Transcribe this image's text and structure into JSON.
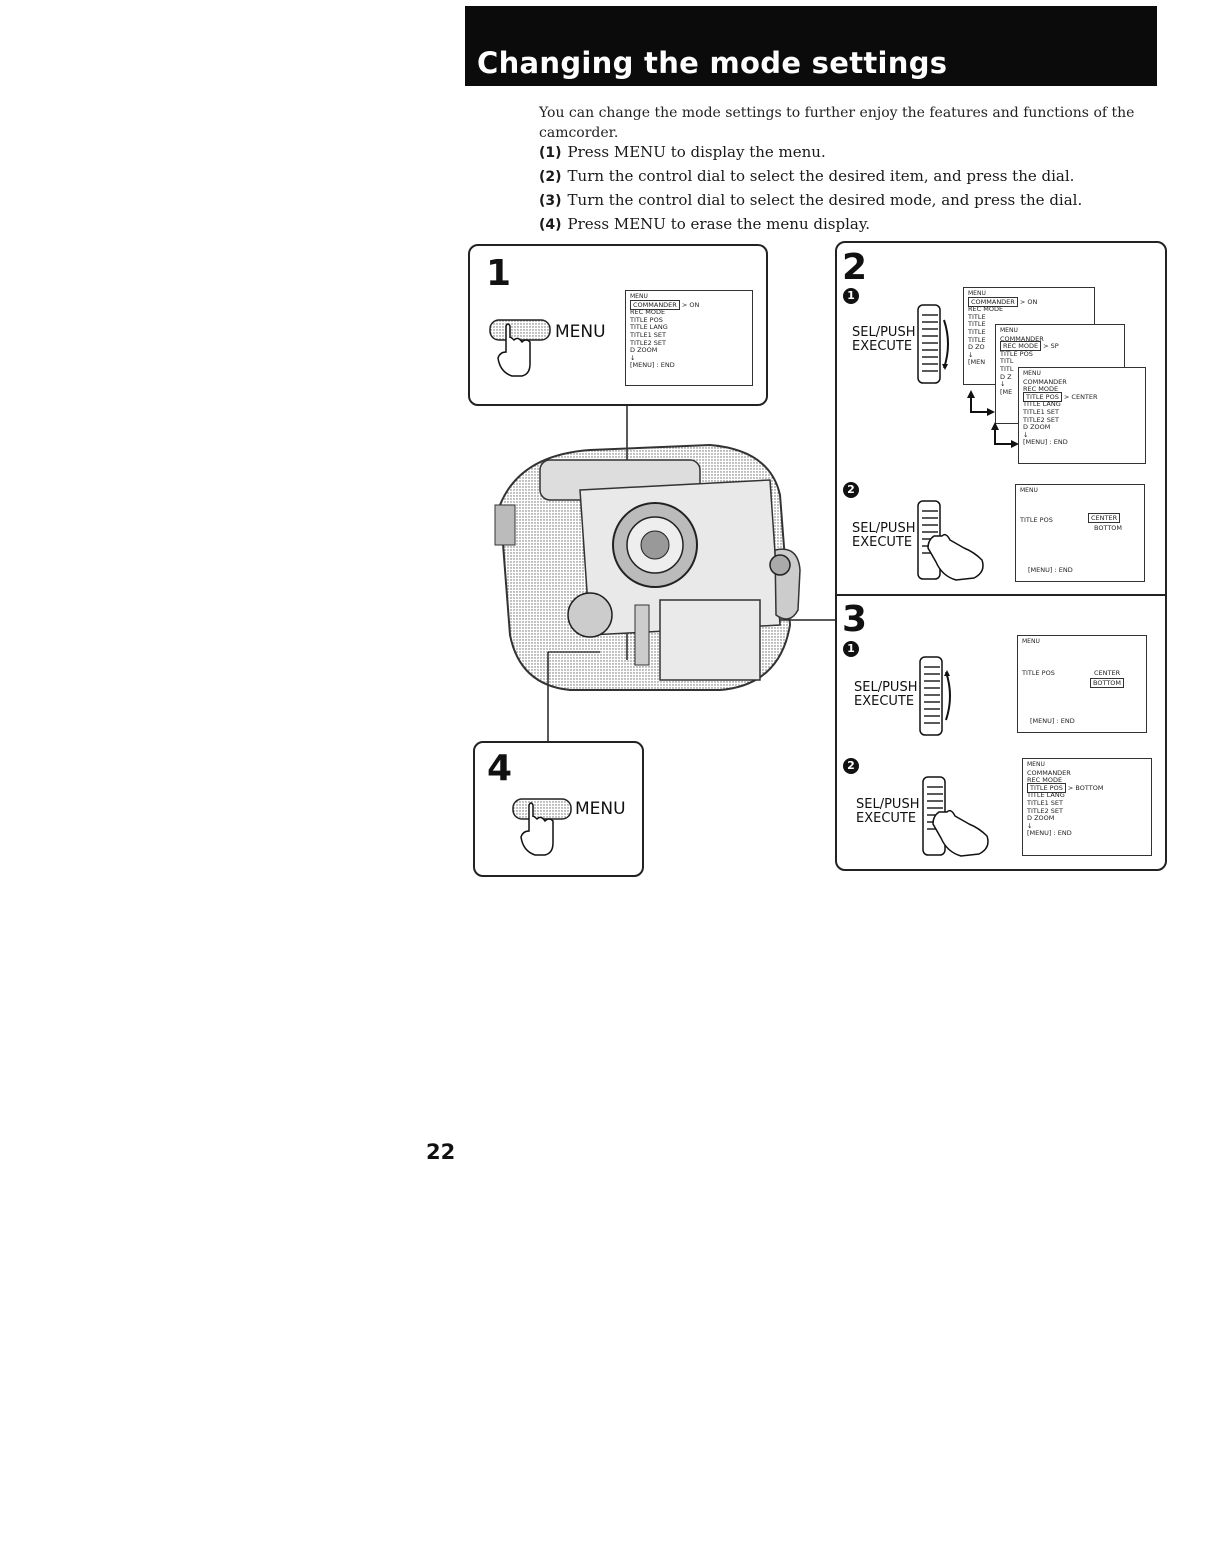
{
  "title": "Changing the mode settings",
  "intro": "You can change the mode settings to further enjoy the features and functions of the camcorder.",
  "steps": [
    {
      "num": "(1)",
      "text": "Press MENU to display the menu."
    },
    {
      "num": "(2)",
      "text": "Turn the control dial to select the desired item, and press the dial."
    },
    {
      "num": "(3)",
      "text": "Turn the control dial to select the desired mode, and press the dial."
    },
    {
      "num": "(4)",
      "text": "Press MENU to erase the menu display."
    }
  ],
  "panel1": {
    "number": "1",
    "button_label": "MENU",
    "menu": {
      "head": "MENU",
      "items": [
        "COMMANDER",
        "REC MODE",
        "TITLE POS",
        "TITLE LANG",
        "TITLE1 SET",
        "TITLE2 SET",
        "D ZOOM",
        "↓",
        "[MENU] : END"
      ],
      "value": "ON"
    }
  },
  "panel2": {
    "number": "2",
    "sub1": "1",
    "sub2": "2",
    "dial_label_1": "SEL/PUSH",
    "dial_label_2": "EXECUTE",
    "menu_a": {
      "head": "MENU",
      "items": [
        "COMMANDER",
        "REC MODE",
        "TITLE",
        "TITLE",
        "TITLE",
        "TITLE",
        "D ZO",
        "↓",
        "[MEN"
      ],
      "value": "ON"
    },
    "menu_b": {
      "head": "MENU",
      "items": [
        "COMMANDER",
        "REC MODE",
        "TITLE POS",
        "TITL",
        "TITL",
        "D Z",
        "↓",
        "[ME"
      ],
      "value": "SP"
    },
    "menu_c": {
      "head": "MENU",
      "items": [
        "COMMANDER",
        "REC MODE",
        "TITLE POS",
        "TITLE LANG",
        "TITLE1 SET",
        "TITLE2 SET",
        "D ZOOM",
        "↓",
        "[MENU] : END"
      ],
      "value": "CENTER"
    },
    "menu_d": {
      "head": "MENU",
      "item": "TITLE POS",
      "options": [
        "CENTER",
        "BOTTOM"
      ],
      "footer": "[MENU] : END"
    }
  },
  "panel3": {
    "number": "3",
    "sub1": "1",
    "sub2": "2",
    "dial_label_1": "SEL/PUSH",
    "dial_label_2": "EXECUTE",
    "menu_a": {
      "head": "MENU",
      "item": "TITLE POS",
      "options": [
        "CENTER",
        "BOTTOM"
      ],
      "footer": "[MENU] : END"
    },
    "menu_b": {
      "head": "MENU",
      "items": [
        "COMMANDER",
        "REC MODE",
        "TITLE POS",
        "TITLE LANG",
        "TITLE1 SET",
        "TITLE2 SET",
        "D ZOOM",
        "↓",
        "[MENU] : END"
      ],
      "value": "BOTTOM"
    }
  },
  "panel4": {
    "number": "4",
    "button_label": "MENU"
  },
  "page_number": "22"
}
